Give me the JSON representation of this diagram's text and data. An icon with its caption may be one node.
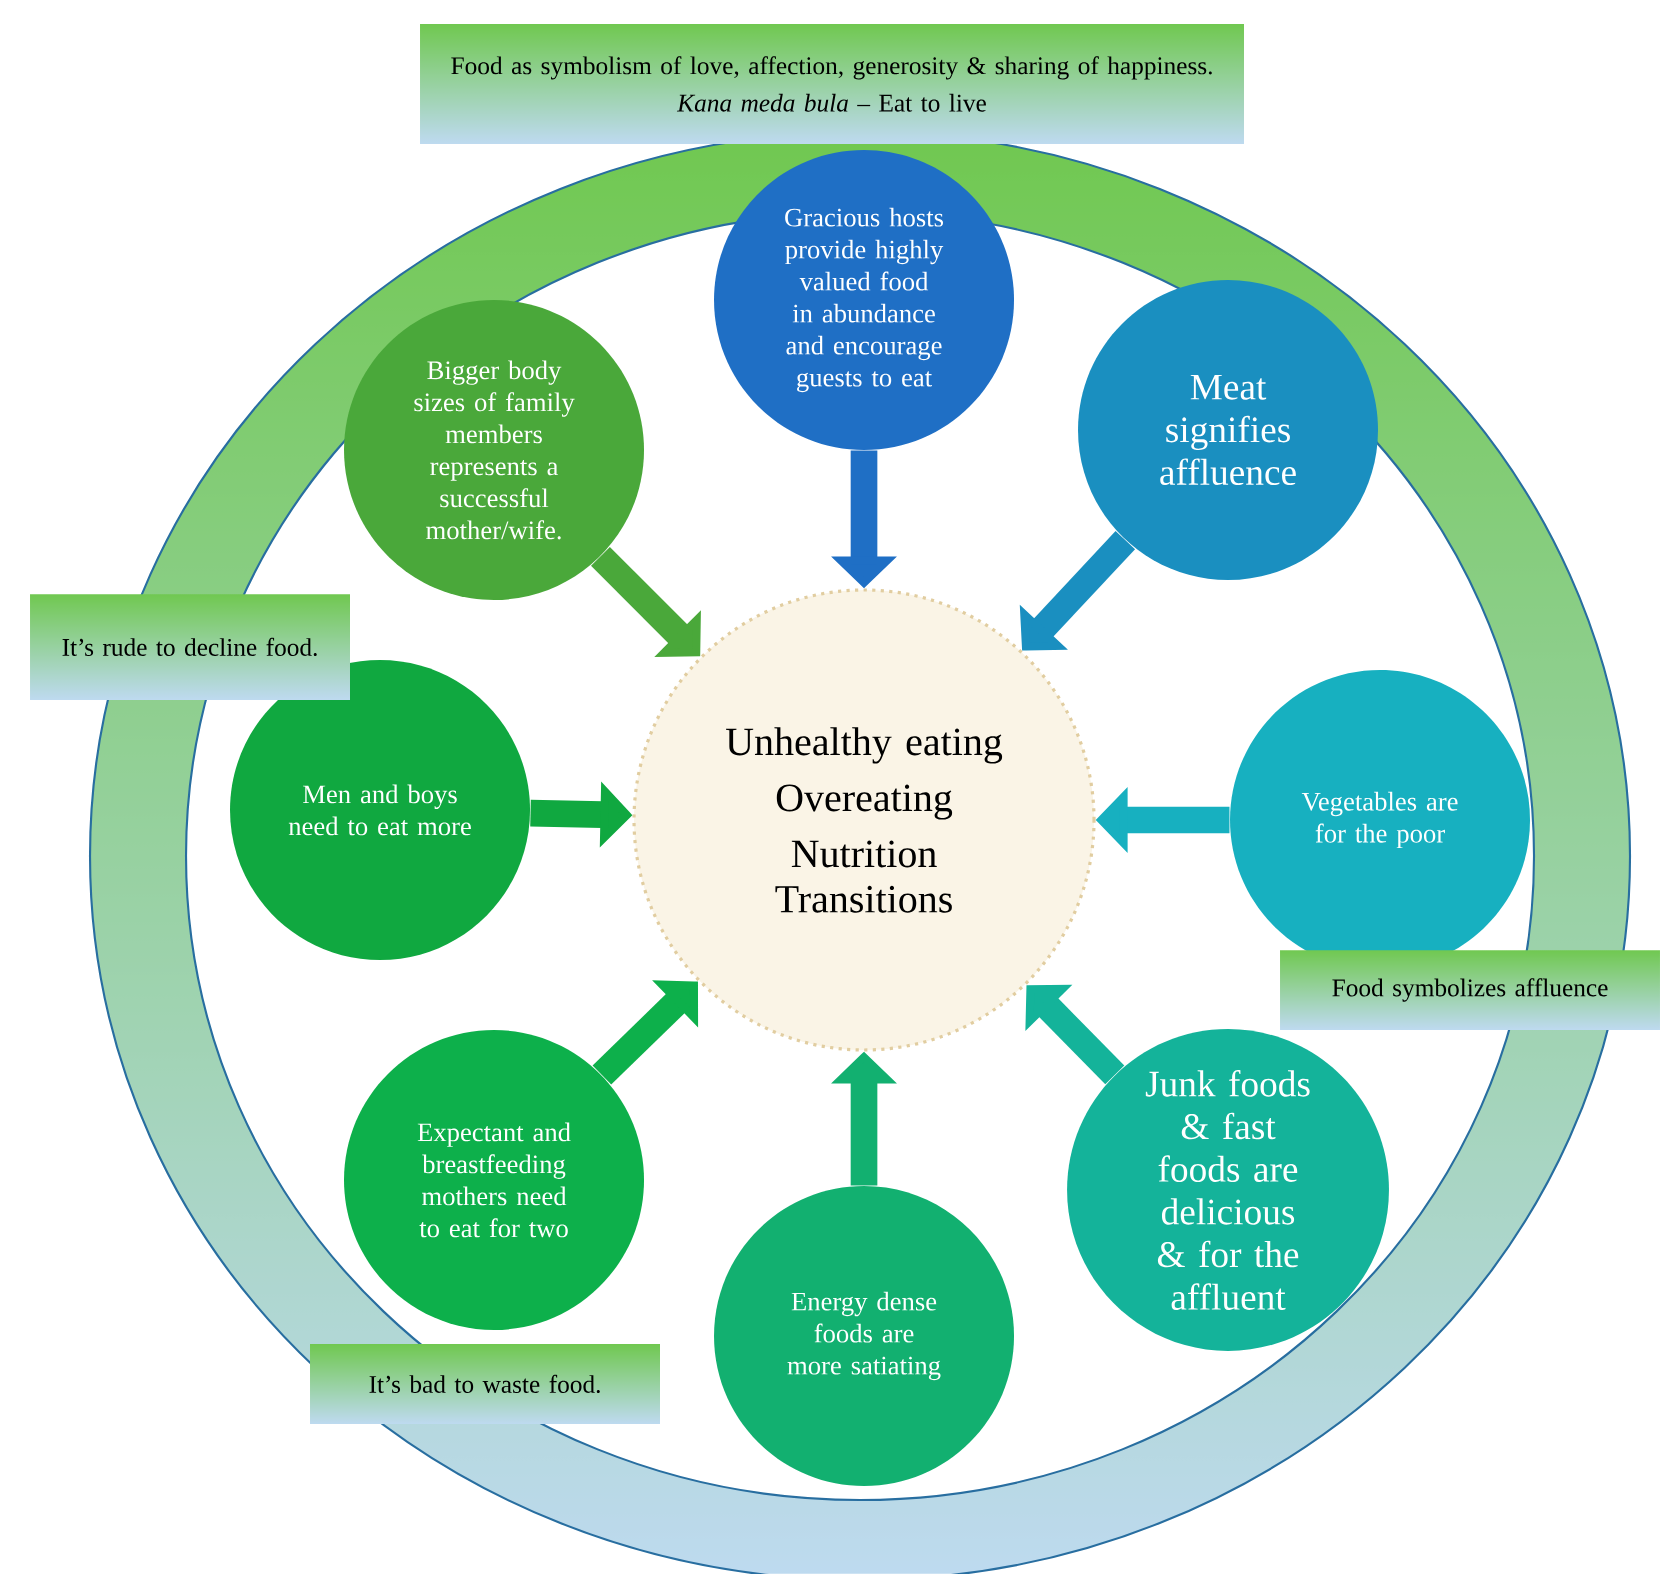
{
  "diagram": {
    "nodes": [
      {
        "text": [
          "Unhealthy eating",
          "Overeating",
          "Nutrition Transitions"
        ]
      },
      {
        "text": [
          "Gracious hosts provide highly valued food in abundance and encourage guests to eat"
        ]
      },
      {
        "text": [
          "Meat signifies affluence"
        ]
      },
      {
        "text": [
          "Vegetables are for the poor"
        ]
      },
      {
        "text": [
          "Junk foods & fast foods are delicious & for the affluent"
        ]
      },
      {
        "text": [
          "Energy dense foods are more satiating"
        ]
      },
      {
        "text": [
          "Expectant and breastfeeding mothers need to eat for two"
        ]
      },
      {
        "text": [
          "Men and boys need to eat more"
        ]
      },
      {
        "text": [
          "Bigger body sizes of family members represents a successful mother/wife."
        ]
      },
      {
        "text": [
          "Food as symbolism of love, affection, generosity & sharing of happiness.",
          "*Kana meda bula* – Eat to live"
        ]
      },
      {
        "text": [
          "It’s rude to decline food."
        ]
      },
      {
        "text": [
          "Food symbolizes affluence"
        ]
      },
      {
        "text": [
          "It’s bad to waste food."
        ]
      }
    ],
    "edges": [
      {
        "from": 1,
        "to": 0,
        "arrow": "to",
        "color": "#1f6fc5"
      },
      {
        "from": 2,
        "to": 0,
        "arrow": "to",
        "color": "#1a8fc0"
      },
      {
        "from": 3,
        "to": 0,
        "arrow": "to",
        "color": "#17b0c0"
      },
      {
        "from": 4,
        "to": 0,
        "arrow": "to",
        "color": "#14b39a"
      },
      {
        "from": 5,
        "to": 0,
        "arrow": "to",
        "color": "#12b070"
      },
      {
        "from": 6,
        "to": 0,
        "arrow": "to",
        "color": "#0db04b"
      },
      {
        "from": 7,
        "to": 0,
        "arrow": "to",
        "color": "#10a840"
      },
      {
        "from": 8,
        "to": 0,
        "arrow": "to",
        "color": "#4aa83a"
      }
    ]
  }
}
